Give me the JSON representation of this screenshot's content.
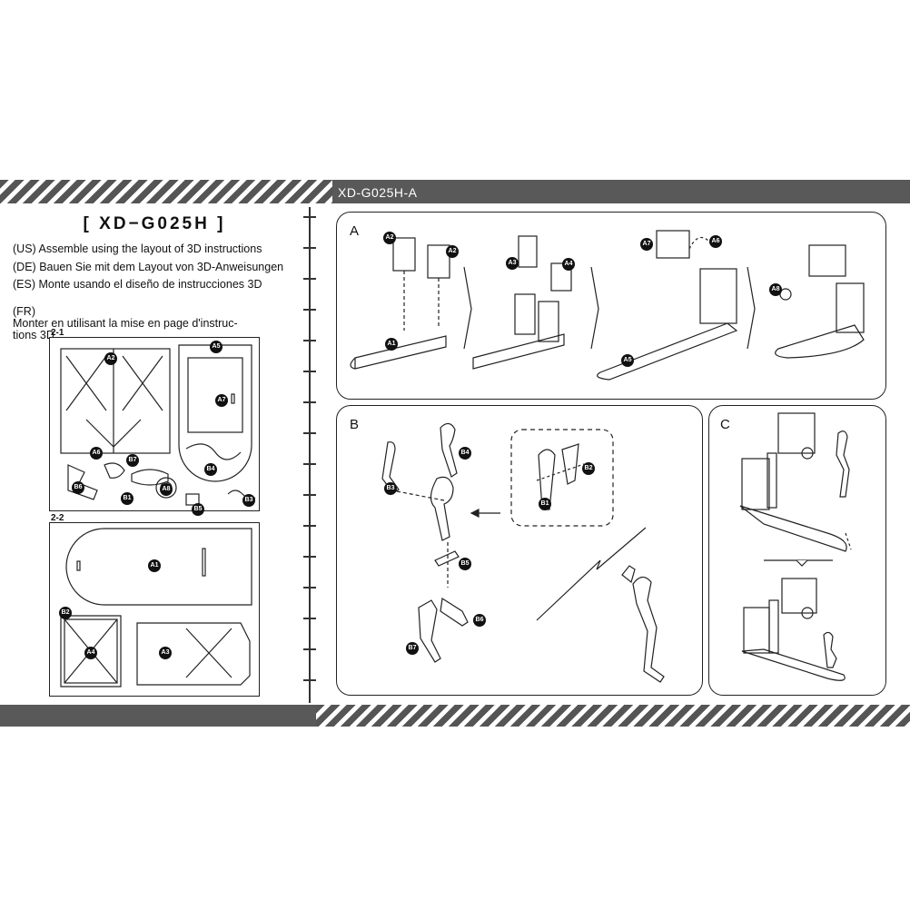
{
  "header": {
    "model_code": "XD-G025H-A"
  },
  "left": {
    "title": "[ XD−G025H ]",
    "instructions": [
      {
        "code": "(US)",
        "text": "Assemble using the layout of 3D instructions"
      },
      {
        "code": "(DE)",
        "text": "Bauen Sie mit dem Layout von 3D-Anweisungen"
      },
      {
        "code": "(ES)",
        "text": "Monte usando el diseño de instrucciones 3D"
      },
      {
        "code": "(FR)",
        "text": "Monter en utilisant la mise en page d'instruc-\ntions 3D"
      }
    ],
    "sheet1_label": "2-1",
    "sheet2_label": "2-2",
    "sheet1_parts": [
      "A2",
      "A5",
      "A7",
      "A6",
      "B7",
      "B4",
      "B6",
      "B1",
      "A8",
      "B3",
      "B5"
    ],
    "sheet2_parts": [
      "A1",
      "B2",
      "A4",
      "A3"
    ]
  },
  "panels": {
    "a": {
      "letter": "A",
      "parts": [
        "A2",
        "A2",
        "A1",
        "A3",
        "A4",
        "A7",
        "A6",
        "A5",
        "A8"
      ]
    },
    "b": {
      "letter": "B",
      "parts": [
        "B4",
        "B3",
        "B2",
        "B1",
        "B5",
        "B6",
        "B7"
      ]
    },
    "c": {
      "letter": "C"
    }
  },
  "colors": {
    "band_dark": "#595959",
    "stripe": "#555555",
    "line": "#222222"
  }
}
